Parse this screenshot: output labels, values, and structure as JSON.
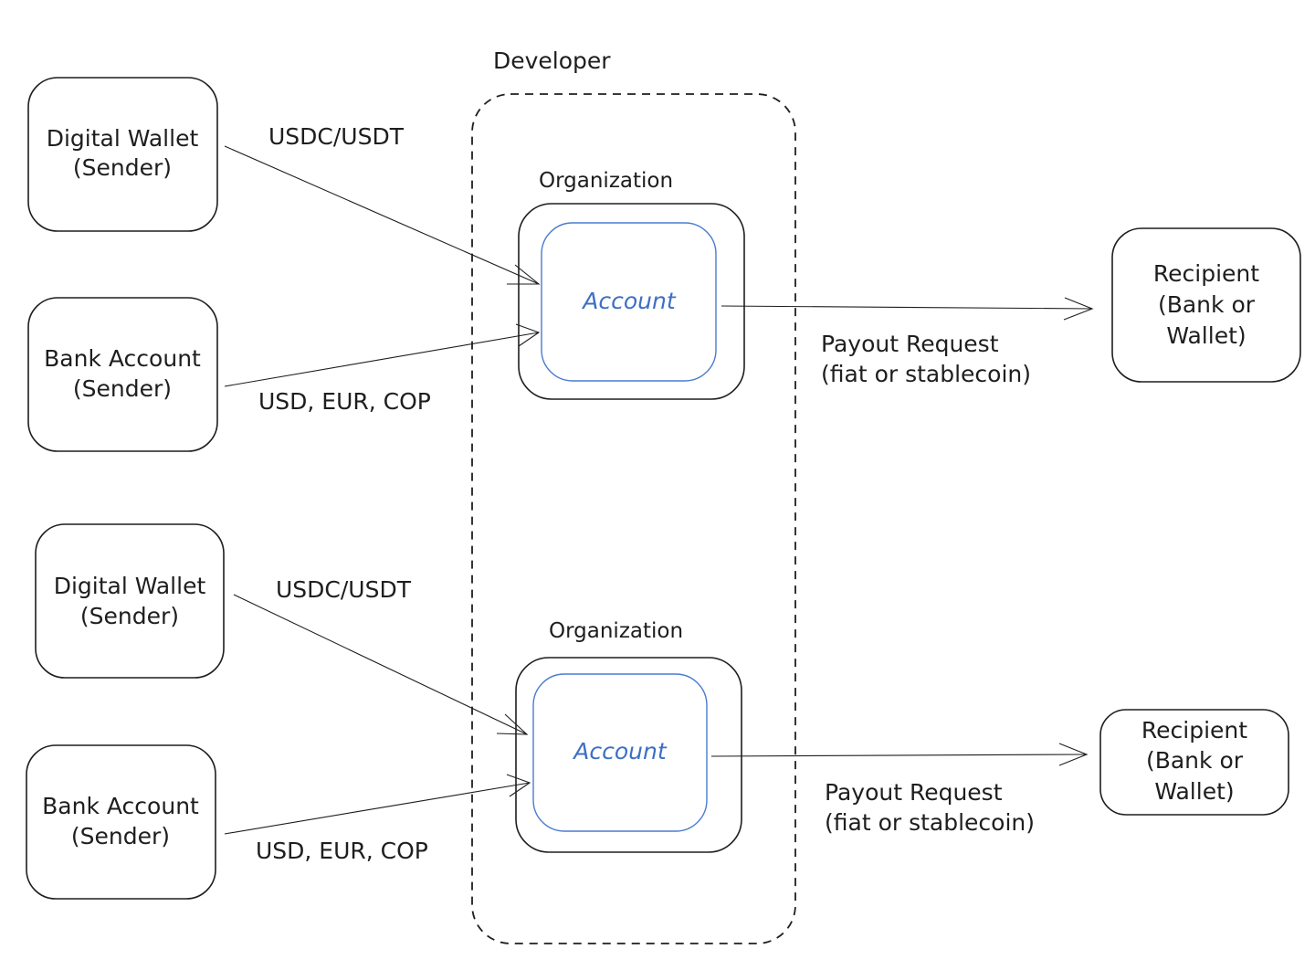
{
  "developer": {
    "label": "Developer"
  },
  "groups": [
    {
      "organization_label": "Organization",
      "account_label": "Account",
      "digital_wallet": {
        "line1": "Digital Wallet",
        "line2": "(Sender)"
      },
      "bank_account": {
        "line1": "Bank Account",
        "line2": "(Sender)"
      },
      "crypto_edge_label": "USDC/USDT",
      "fiat_edge_label": "USD, EUR, COP",
      "payout": {
        "line1": "Payout Request",
        "line2": "(fiat or stablecoin)"
      },
      "recipient": {
        "line1": "Recipient",
        "line2": "(Bank or",
        "line3": "Wallet)"
      }
    },
    {
      "organization_label": "Organization",
      "account_label": "Account",
      "digital_wallet": {
        "line1": "Digital Wallet",
        "line2": "(Sender)"
      },
      "bank_account": {
        "line1": "Bank Account",
        "line2": "(Sender)"
      },
      "crypto_edge_label": "USDC/USDT",
      "fiat_edge_label": "USD, EUR, COP",
      "payout": {
        "line1": "Payout Request",
        "line2": "(fiat or stablecoin)"
      },
      "recipient": {
        "line1": "Recipient",
        "line2": "(Bank or",
        "line3": "Wallet)"
      }
    }
  ],
  "colors": {
    "stroke": "#1e1e1e",
    "account_blue": "#4a7bd0",
    "account_text": "#3d6fc4",
    "background": "#ffffff"
  }
}
